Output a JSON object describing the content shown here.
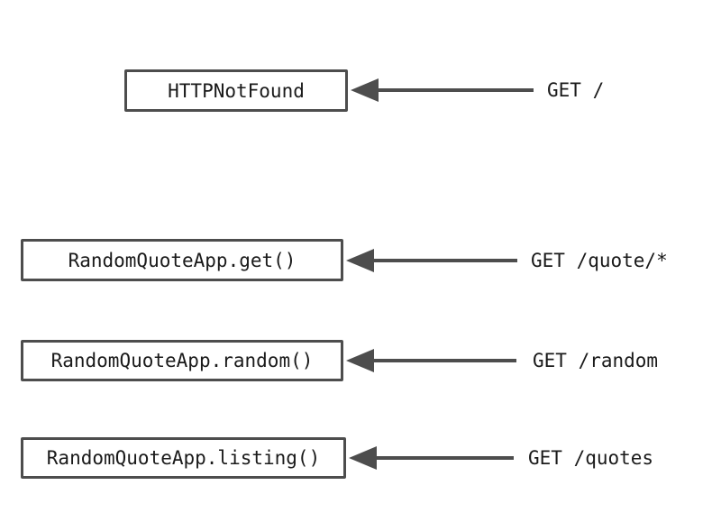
{
  "diagram": {
    "type": "routing-diagram",
    "colors": {
      "line": "#4d4d4d",
      "text": "#1a1a1a",
      "background": "#ffffff"
    },
    "rows": [
      {
        "handler": "HTTPNotFound",
        "route": "GET /"
      },
      {
        "handler": "RandomQuoteApp.get()",
        "route": "GET /quote/*"
      },
      {
        "handler": "RandomQuoteApp.random()",
        "route": "GET /random"
      },
      {
        "handler": "RandomQuoteApp.listing()",
        "route": "GET /quotes"
      }
    ],
    "arrow_direction": "right-to-left"
  }
}
